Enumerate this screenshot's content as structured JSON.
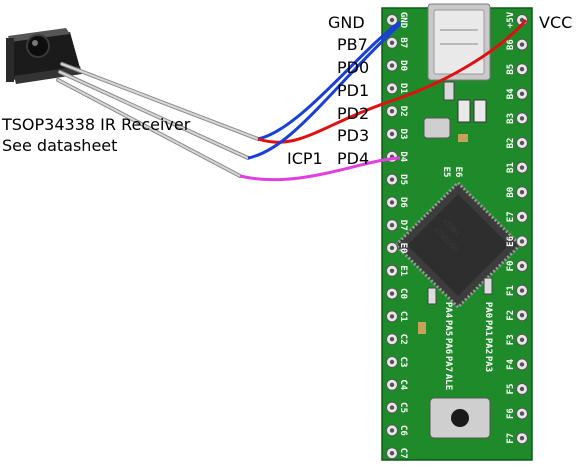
{
  "labels": {
    "gnd": "GND",
    "vcc": "VCC",
    "pb7": "PB7",
    "pd0": "PD0",
    "pd1": "PD1",
    "pd2": "PD2",
    "pd3": "PD3",
    "pd4": "PD4",
    "icp1": "ICP1",
    "receiver_name": "TSOP34338 IR Receiver",
    "receiver_note": "See datasheet"
  },
  "board": {
    "left_pins": [
      "GND",
      "B7",
      "D0",
      "D1",
      "D2",
      "D3",
      "D4",
      "D5",
      "D6",
      "D7",
      "E0",
      "E1",
      "C0",
      "C1",
      "C2",
      "C3",
      "C4",
      "C5",
      "C6",
      "C7"
    ],
    "right_pins": [
      "+5V",
      "B6",
      "B5",
      "B4",
      "B3",
      "B2",
      "B1",
      "B0",
      "E7",
      "E6",
      "F0",
      "F1",
      "F2",
      "F3",
      "F4",
      "F5",
      "F6",
      "F7"
    ],
    "inner_pins": [
      "PA4",
      "PA5",
      "PA6",
      "PA7",
      "ALE",
      "PA0",
      "PA1",
      "PA2",
      "PA3"
    ],
    "small_marks": [
      "E6",
      "E5"
    ]
  },
  "colors": {
    "board_green": "#1f8a2a",
    "wire_gnd": "#1a3fd6",
    "wire_vcc": "#e01010",
    "wire_signal": "#e040e0"
  }
}
